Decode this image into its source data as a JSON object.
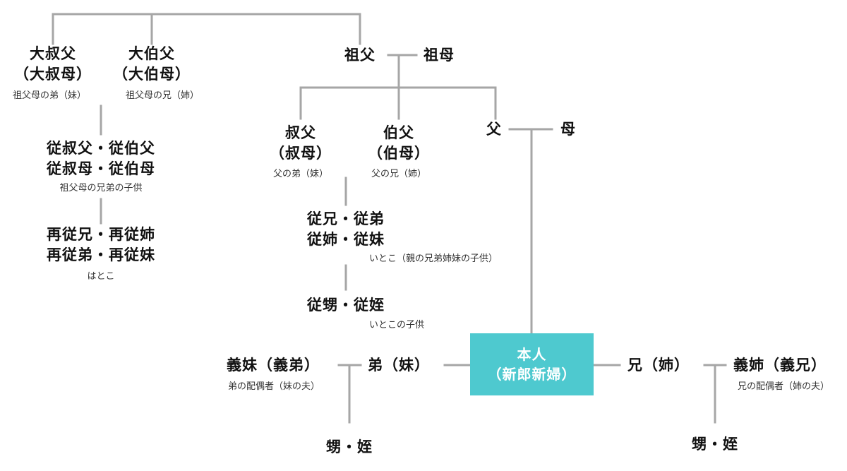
{
  "diagram": {
    "great_uncle_younger": {
      "line1": "大叔父",
      "line2": "（大叔母）",
      "note": "祖父母の弟（妹）"
    },
    "great_uncle_elder": {
      "line1": "大伯父",
      "line2": "（大伯母）",
      "note": "祖父母の兄（姉）"
    },
    "grandfather": "祖父",
    "grandmother": "祖母",
    "first_cousin_once_removed": {
      "line1": "従叔父・従伯父",
      "line2": "従叔母・従伯母",
      "note": "祖父母の兄弟の子供"
    },
    "second_cousin": {
      "line1": "再従兄・再従姉",
      "line2": "再従弟・再従妹",
      "note": "はとこ"
    },
    "uncle_younger": {
      "line1": "叔父",
      "line2": "（叔母）",
      "note": "父の弟（妹）"
    },
    "uncle_elder": {
      "line1": "伯父",
      "line2": "（伯母）",
      "note": "父の兄（姉）"
    },
    "father": "父",
    "mother": "母",
    "cousin": {
      "line1": "従兄・従弟",
      "line2": "従姉・従妹",
      "note": "いとこ（親の兄弟姉妹の子供）"
    },
    "cousin_child": {
      "line1": "従甥・従姪",
      "note": "いとこの子供"
    },
    "self": {
      "line1": "本人",
      "line2": "（新郎新婦）"
    },
    "younger_sibling": "弟（妹）",
    "younger_sibling_spouse": {
      "line1": "義妹（義弟）",
      "note": "弟の配偶者（妹の夫）"
    },
    "younger_sibling_children": "甥・姪",
    "elder_sibling": "兄（姉）",
    "elder_sibling_spouse": {
      "line1": "義姉（義兄）",
      "note": "兄の配偶者（姉の夫）"
    },
    "elder_sibling_children": "甥・姪"
  },
  "colors": {
    "self_box": "#4ec9cf",
    "connector": "#a6a6a6"
  }
}
